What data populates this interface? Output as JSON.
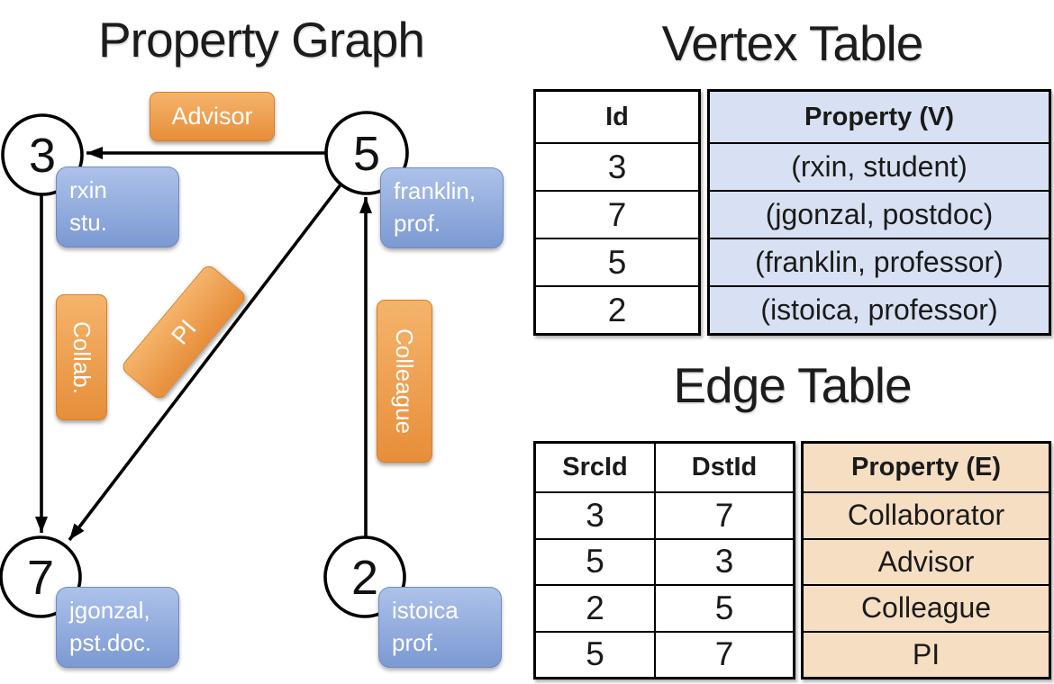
{
  "titles": {
    "graph": "Property Graph",
    "vertex": "Vertex Table",
    "edge": "Edge Table"
  },
  "graph": {
    "nodes": [
      {
        "id": "3"
      },
      {
        "id": "5"
      },
      {
        "id": "7"
      },
      {
        "id": "2"
      }
    ],
    "edge_labels": {
      "advisor": "Advisor",
      "collab": "Collab.",
      "pi": "PI",
      "colleague": "Colleague"
    },
    "properties": [
      {
        "line1": "rxin",
        "line2": "stu."
      },
      {
        "line1": "franklin,",
        "line2": "prof."
      },
      {
        "line1": "jgonzal,",
        "line2": "pst.doc."
      },
      {
        "line1": "istoica",
        "line2": "prof."
      }
    ]
  },
  "vertex_table": {
    "headers": {
      "id": "Id",
      "property": "Property (V)"
    },
    "rows": [
      {
        "id": "3",
        "property": "(rxin, student)"
      },
      {
        "id": "7",
        "property": "(jgonzal, postdoc)"
      },
      {
        "id": "5",
        "property": "(franklin, professor)"
      },
      {
        "id": "2",
        "property": "(istoica, professor)"
      }
    ]
  },
  "edge_table": {
    "headers": {
      "src": "SrcId",
      "dst": "DstId",
      "property": "Property (E)"
    },
    "rows": [
      {
        "src": "3",
        "dst": "7",
        "property": "Collaborator"
      },
      {
        "src": "5",
        "dst": "3",
        "property": "Advisor"
      },
      {
        "src": "2",
        "dst": "5",
        "property": "Colleague"
      },
      {
        "src": "5",
        "dst": "7",
        "property": "PI"
      }
    ]
  },
  "colors": {
    "orange_top": "#f5b46b",
    "orange_bottom": "#e78e3a",
    "orange_border": "#d77f25",
    "blue_top": "#adc2ea",
    "blue_bottom": "#7b99d3",
    "blue_border": "#7189bf",
    "vertex_fill": "#d8e1f3",
    "edge_fill": "#f6dec2",
    "box_text": "#ffffff",
    "text": "#1a1a1a"
  }
}
